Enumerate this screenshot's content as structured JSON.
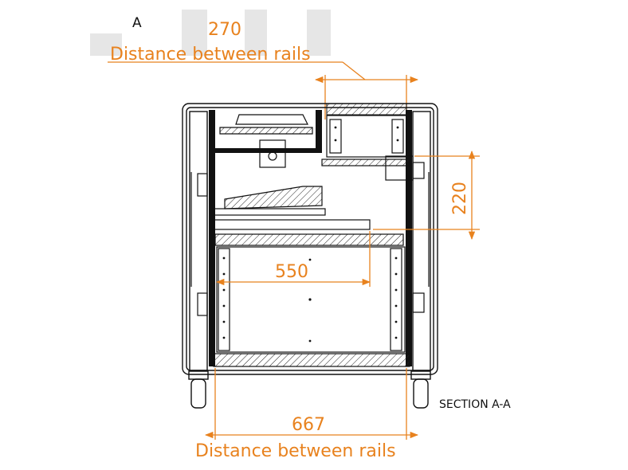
{
  "section_marker": "A",
  "section_title": "SECTION A-A",
  "dimensions": {
    "top_rail_distance": "270",
    "top_rail_note": "Distance between rails",
    "shelf_height": "220",
    "inner_width": "550",
    "bottom_rail_distance": "667",
    "bottom_rail_note": "Distance between rails"
  },
  "colors": {
    "dimension": "#e8821e",
    "structure": "#111111",
    "placeholder": "#e6e6e6"
  }
}
